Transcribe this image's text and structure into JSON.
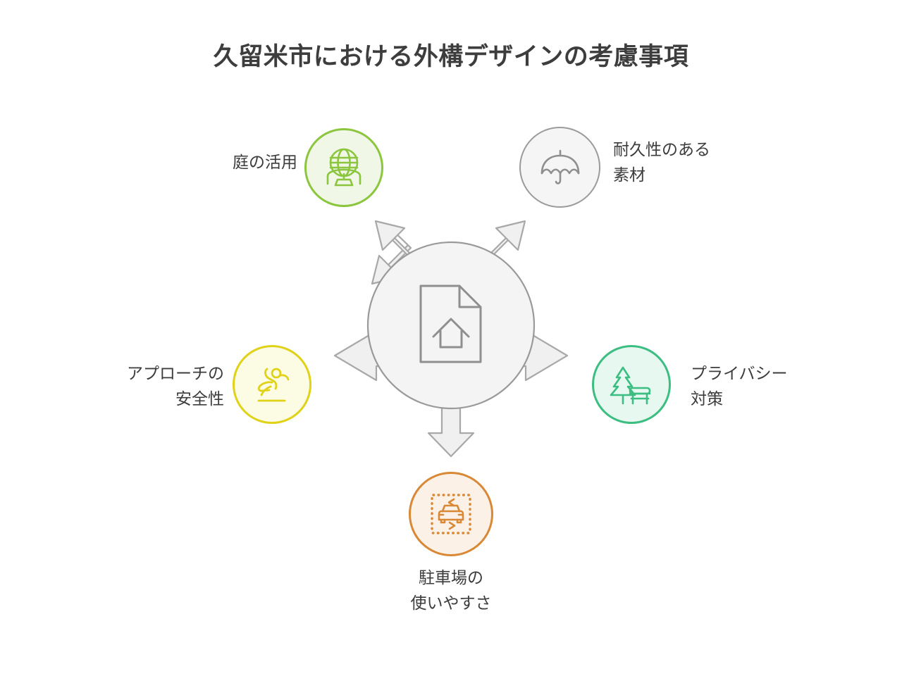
{
  "title": "久留米市における外構デザインの考慮事項",
  "center": {
    "icon": "document-house-icon",
    "fill": "#f4f4f4",
    "stroke": "#9a9a9a"
  },
  "arrows": {
    "fill": "#f0f0f0",
    "stroke": "#a8a8a8",
    "directions": [
      "up-left",
      "up-right",
      "left",
      "right",
      "down"
    ]
  },
  "nodes": [
    {
      "id": "garden",
      "label": "庭の活用",
      "icon": "garden-globe-icon",
      "color": "#8CC63F",
      "fill": "#f1f7e6",
      "position": "top-left"
    },
    {
      "id": "material",
      "label": "耐久性のある\n素材",
      "icon": "umbrella-icon",
      "color": "#9b9b9b",
      "fill": "#f5f5f5",
      "position": "top-right"
    },
    {
      "id": "privacy",
      "label": "プライバシー\n対策",
      "icon": "tree-bench-icon",
      "color": "#3CBE82",
      "fill": "#e7f8f0",
      "position": "right"
    },
    {
      "id": "safety",
      "label": "アプローチの\n安全性",
      "icon": "slipping-person-icon",
      "color": "#DFD218",
      "fill": "#fcfbe3",
      "position": "left"
    },
    {
      "id": "parking",
      "label": "駐車場の\n使いやすさ",
      "icon": "car-parking-icon",
      "color": "#D98836",
      "fill": "#fbf1e6",
      "position": "bottom"
    }
  ],
  "colors": {
    "title_text": "#3d3d3d",
    "label_text": "#3c3c3c",
    "background": "#ffffff"
  }
}
